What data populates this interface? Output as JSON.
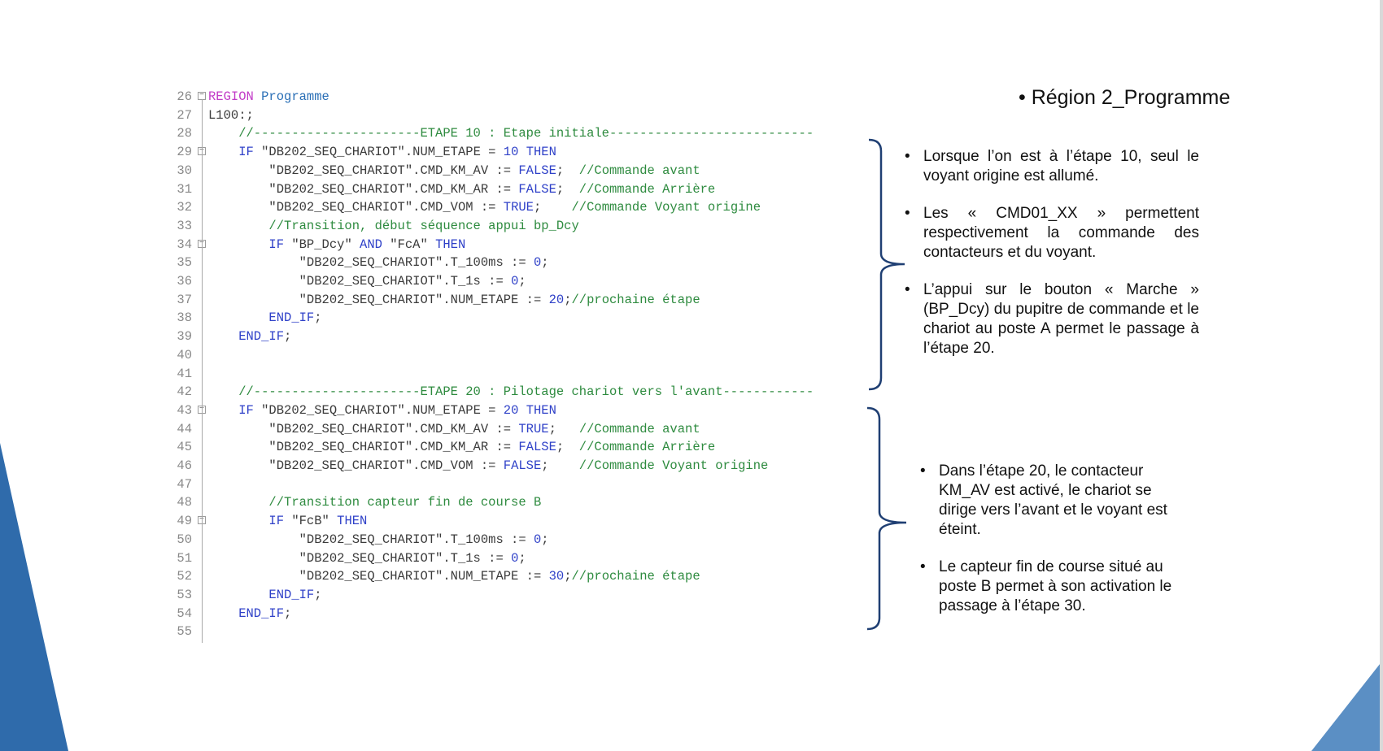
{
  "code": {
    "lines": [
      {
        "n": "26",
        "fold": true,
        "segs": [
          {
            "t": "REGION ",
            "c": "reg"
          },
          {
            "t": "Programme",
            "c": "id"
          }
        ]
      },
      {
        "n": "27",
        "segs": [
          {
            "t": "L100:;",
            "c": "str"
          }
        ]
      },
      {
        "n": "28",
        "segs": [
          {
            "t": "    //----------------------ETAPE 10 : Etape initiale---------------------------",
            "c": "com"
          }
        ]
      },
      {
        "n": "29",
        "fold": true,
        "segs": [
          {
            "t": "    IF ",
            "c": "kw"
          },
          {
            "t": "\"DB202_SEQ_CHARIOT\".NUM_ETAPE = ",
            "c": "str"
          },
          {
            "t": "10 ",
            "c": "num"
          },
          {
            "t": "THEN",
            "c": "kw"
          }
        ]
      },
      {
        "n": "30",
        "segs": [
          {
            "t": "        \"DB202_SEQ_CHARIOT\".CMD_KM_AV := ",
            "c": "str"
          },
          {
            "t": "FALSE",
            "c": "kw"
          },
          {
            "t": ";  ",
            "c": "str"
          },
          {
            "t": "//Commande avant",
            "c": "com"
          }
        ]
      },
      {
        "n": "31",
        "segs": [
          {
            "t": "        \"DB202_SEQ_CHARIOT\".CMD_KM_AR := ",
            "c": "str"
          },
          {
            "t": "FALSE",
            "c": "kw"
          },
          {
            "t": ";  ",
            "c": "str"
          },
          {
            "t": "//Commande Arrière",
            "c": "com"
          }
        ]
      },
      {
        "n": "32",
        "segs": [
          {
            "t": "        \"DB202_SEQ_CHARIOT\".CMD_VOM := ",
            "c": "str"
          },
          {
            "t": "TRUE",
            "c": "kw"
          },
          {
            "t": ";    ",
            "c": "str"
          },
          {
            "t": "//Commande Voyant origine",
            "c": "com"
          }
        ]
      },
      {
        "n": "33",
        "segs": [
          {
            "t": "        //Transition, début séquence appui bp_Dcy",
            "c": "com"
          }
        ]
      },
      {
        "n": "34",
        "fold": true,
        "segs": [
          {
            "t": "        IF ",
            "c": "kw"
          },
          {
            "t": "\"BP_Dcy\" ",
            "c": "str"
          },
          {
            "t": "AND ",
            "c": "kw"
          },
          {
            "t": "\"FcA\" ",
            "c": "str"
          },
          {
            "t": "THEN",
            "c": "kw"
          }
        ]
      },
      {
        "n": "35",
        "segs": [
          {
            "t": "            \"DB202_SEQ_CHARIOT\".T_100ms := ",
            "c": "str"
          },
          {
            "t": "0",
            "c": "num"
          },
          {
            "t": ";",
            "c": "str"
          }
        ]
      },
      {
        "n": "36",
        "segs": [
          {
            "t": "            \"DB202_SEQ_CHARIOT\".T_1s := ",
            "c": "str"
          },
          {
            "t": "0",
            "c": "num"
          },
          {
            "t": ";",
            "c": "str"
          }
        ]
      },
      {
        "n": "37",
        "segs": [
          {
            "t": "            \"DB202_SEQ_CHARIOT\".NUM_ETAPE := ",
            "c": "str"
          },
          {
            "t": "20",
            "c": "num"
          },
          {
            "t": ";",
            "c": "str"
          },
          {
            "t": "//prochaine étape",
            "c": "com"
          }
        ]
      },
      {
        "n": "38",
        "segs": [
          {
            "t": "        END_IF",
            "c": "kw"
          },
          {
            "t": ";",
            "c": "str"
          }
        ]
      },
      {
        "n": "39",
        "segs": [
          {
            "t": "    END_IF",
            "c": "kw"
          },
          {
            "t": ";",
            "c": "str"
          }
        ]
      },
      {
        "n": "40",
        "segs": []
      },
      {
        "n": "41",
        "segs": []
      },
      {
        "n": "42",
        "segs": [
          {
            "t": "    //----------------------ETAPE 20 : Pilotage chariot vers l'avant------------",
            "c": "com"
          }
        ]
      },
      {
        "n": "43",
        "fold": true,
        "segs": [
          {
            "t": "    IF ",
            "c": "kw"
          },
          {
            "t": "\"DB202_SEQ_CHARIOT\".NUM_ETAPE = ",
            "c": "str"
          },
          {
            "t": "20 ",
            "c": "num"
          },
          {
            "t": "THEN",
            "c": "kw"
          }
        ]
      },
      {
        "n": "44",
        "segs": [
          {
            "t": "        \"DB202_SEQ_CHARIOT\".CMD_KM_AV := ",
            "c": "str"
          },
          {
            "t": "TRUE",
            "c": "kw"
          },
          {
            "t": ";   ",
            "c": "str"
          },
          {
            "t": "//Commande avant",
            "c": "com"
          }
        ]
      },
      {
        "n": "45",
        "segs": [
          {
            "t": "        \"DB202_SEQ_CHARIOT\".CMD_KM_AR := ",
            "c": "str"
          },
          {
            "t": "FALSE",
            "c": "kw"
          },
          {
            "t": ";  ",
            "c": "str"
          },
          {
            "t": "//Commande Arrière",
            "c": "com"
          }
        ]
      },
      {
        "n": "46",
        "segs": [
          {
            "t": "        \"DB202_SEQ_CHARIOT\".CMD_VOM := ",
            "c": "str"
          },
          {
            "t": "FALSE",
            "c": "kw"
          },
          {
            "t": ";    ",
            "c": "str"
          },
          {
            "t": "//Commande Voyant origine",
            "c": "com"
          }
        ]
      },
      {
        "n": "47",
        "segs": []
      },
      {
        "n": "48",
        "segs": [
          {
            "t": "        //Transition capteur fin de course B",
            "c": "com"
          }
        ]
      },
      {
        "n": "49",
        "fold": true,
        "segs": [
          {
            "t": "        IF ",
            "c": "kw"
          },
          {
            "t": "\"FcB\" ",
            "c": "str"
          },
          {
            "t": "THEN",
            "c": "kw"
          }
        ]
      },
      {
        "n": "50",
        "segs": [
          {
            "t": "            \"DB202_SEQ_CHARIOT\".T_100ms := ",
            "c": "str"
          },
          {
            "t": "0",
            "c": "num"
          },
          {
            "t": ";",
            "c": "str"
          }
        ]
      },
      {
        "n": "51",
        "segs": [
          {
            "t": "            \"DB202_SEQ_CHARIOT\".T_1s := ",
            "c": "str"
          },
          {
            "t": "0",
            "c": "num"
          },
          {
            "t": ";",
            "c": "str"
          }
        ]
      },
      {
        "n": "52",
        "segs": [
          {
            "t": "            \"DB202_SEQ_CHARIOT\".NUM_ETAPE := ",
            "c": "str"
          },
          {
            "t": "30",
            "c": "num"
          },
          {
            "t": ";",
            "c": "str"
          },
          {
            "t": "//prochaine étape",
            "c": "com"
          }
        ]
      },
      {
        "n": "53",
        "segs": [
          {
            "t": "        END_IF",
            "c": "kw"
          },
          {
            "t": ";",
            "c": "str"
          }
        ]
      },
      {
        "n": "54",
        "segs": [
          {
            "t": "    END_IF",
            "c": "kw"
          },
          {
            "t": ";",
            "c": "str"
          }
        ]
      },
      {
        "n": "55",
        "segs": []
      }
    ]
  },
  "title": "• Région 2_Programme",
  "notes_top": {
    "items": [
      "Lorsque l’on est à l’étape 10, seul le voyant origine est allumé.",
      "Les « CMD01_XX » permettent respectivement la commande des contacteurs et du voyant.",
      "L’appui sur le bouton « Marche » (BP_Dcy) du pupitre de commande et le chariot au poste A permet le passage à l’étape 20."
    ]
  },
  "notes_bottom": {
    "items": [
      "Dans l’étape 20, le contacteur KM_AV est activé, le chariot se dirige vers l’avant et le voyant est éteint.",
      "Le capteur fin de course situé au poste B permet à son activation le passage à l’étape 30."
    ]
  },
  "bullet_char": "•",
  "colors": {
    "keyword": "#2f41c8",
    "comment": "#2e8b3f",
    "region": "#c23bc7",
    "identifier": "#2a6fb6",
    "accent_blue": "#2f6bab",
    "brace": "#1f3f73"
  }
}
